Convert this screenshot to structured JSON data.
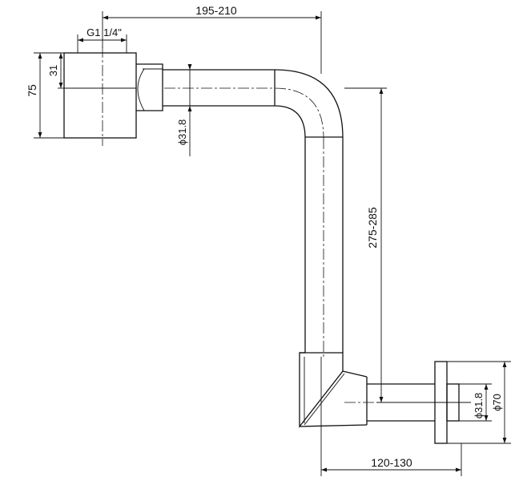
{
  "dimensions": {
    "overall_width": "195-210",
    "thread": "G1 1/4\"",
    "body_height": "75",
    "centre_offset": "31",
    "pipe_diameter_top": "ϕ31.8",
    "drop_height": "275-285",
    "wall_projection": "120-130",
    "pipe_diameter_bottom": "ϕ31.8",
    "flange_diameter": "ϕ70"
  }
}
